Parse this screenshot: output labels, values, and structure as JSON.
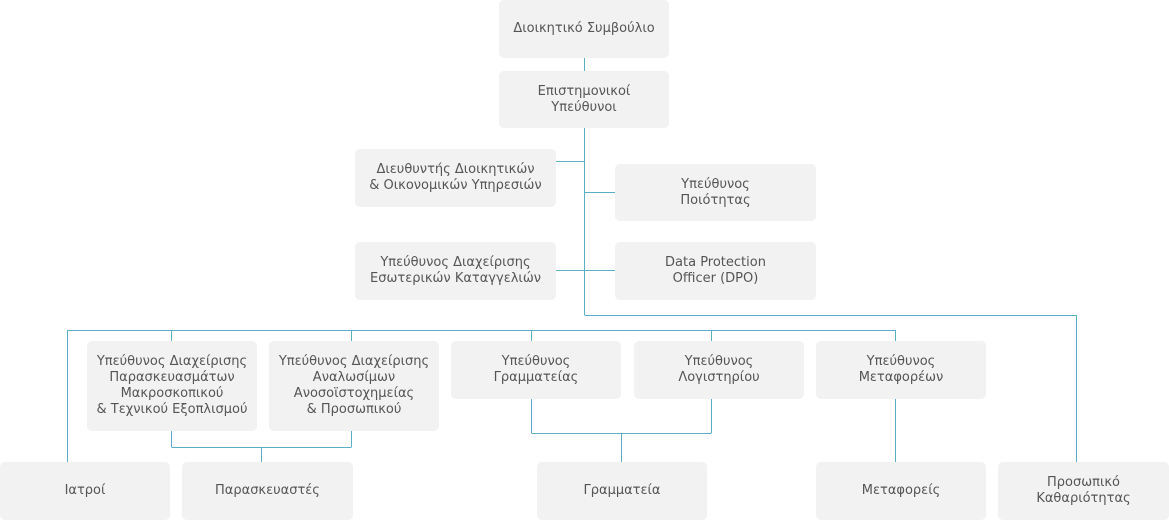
{
  "nodes": {
    "board": "Διοικητικό Συμβούλιο",
    "scientific": "Επιστημονικοί\nΥπεύθυνοι",
    "admin_director": "Διευθυντής Διοικητικών\n& Οικονομικών Υπηρεσιών",
    "quality": "Υπεύθυνος\nΠοιότητας",
    "complaints": "Υπεύθυνος Διαχείρισης\nΕσωτερικών Καταγγελιών",
    "dpo": "Data Protection\nOfficer (DPO)",
    "specimens": "Υπεύθυνος Διαχείρισης\nΠαρασκευασμάτων\nΜακροσκοπικού\n& Τεχνικού Εξοπλισμού",
    "consumables": "Υπεύθυνος Διαχείρισης\nΑναλωσίμων\nΑνοσοϊστοχημείας\n& Προσωπικού",
    "secretariat_head": "Υπεύθυνος\nΓραμματείας",
    "accounting": "Υπεύθυνος\nΛογιστηρίου",
    "transport_head": "Υπεύθυνος\nΜεταφορέων",
    "doctors": "Ιατροί",
    "technicians": "Παρασκευαστές",
    "secretariat": "Γραμματεία",
    "transporters": "Μεταφορείς",
    "cleaning": "Προσωπικό\nΚαθαριότητας"
  },
  "colors": {
    "line": "#5aaec6",
    "box": "#f2f2f2",
    "text": "#555555"
  }
}
